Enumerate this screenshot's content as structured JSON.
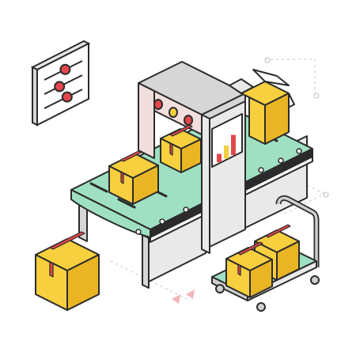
{
  "colors": {
    "outline": "#2b2b2b",
    "belt_green": "#9fe0c2",
    "belt_dark": "#2b2b2b",
    "machine_light": "#e9e9e9",
    "machine_mid": "#d6d6d6",
    "machine_pink": "#f3dede",
    "box_yellow": "#f7cf3f",
    "box_shade": "#e9b524",
    "tape_red": "#e3474b",
    "light_red": "#e3474b",
    "light_yellow": "#f7cf3f",
    "chart_red": "#e3474b",
    "chart_yellow": "#f7cf3f",
    "cart_green": "#9fe0c2",
    "cart_frame": "#cfcfcf",
    "panel_bg": "#ffffff",
    "slider_red": "#e3474b",
    "dots": "#cfcfcf",
    "pink_arrow": "#f3b7b7"
  },
  "icons": {
    "control_panel": "sliders-icon",
    "scanner_lights": "indicator-lights-icon",
    "monitor_chart": "bar-chart-icon",
    "cart": "hand-truck-cart-icon",
    "package": "cardboard-box-icon"
  },
  "control_panel": {
    "sliders": [
      0.55,
      0.4,
      0.6
    ]
  },
  "monitor": {
    "bars": [
      0.35,
      0.55,
      0.85
    ]
  }
}
